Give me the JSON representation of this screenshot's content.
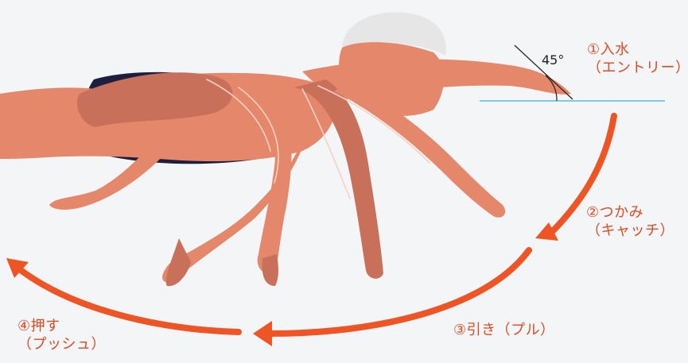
{
  "colors": {
    "background": "#f4f5f6",
    "skin": "#e5876a",
    "skin_dark": "#c9705a",
    "swimsuit": "#1c1f3f",
    "cap": "#e6e6e6",
    "arrow": "#ee5424",
    "water_line": "#7ccce0",
    "label_text": "#e04b24",
    "angle_text": "#222222"
  },
  "angle_label": "45°",
  "phases": [
    {
      "id": "entry",
      "line1": "①入水",
      "line2": "（エントリー）"
    },
    {
      "id": "catch",
      "line1": "②つかみ",
      "line2": "（キャッチ）"
    },
    {
      "id": "pull",
      "line1": "③引き（プル）"
    },
    {
      "id": "push",
      "line1": "④押す",
      "line2": "（プッシュ）"
    }
  ]
}
